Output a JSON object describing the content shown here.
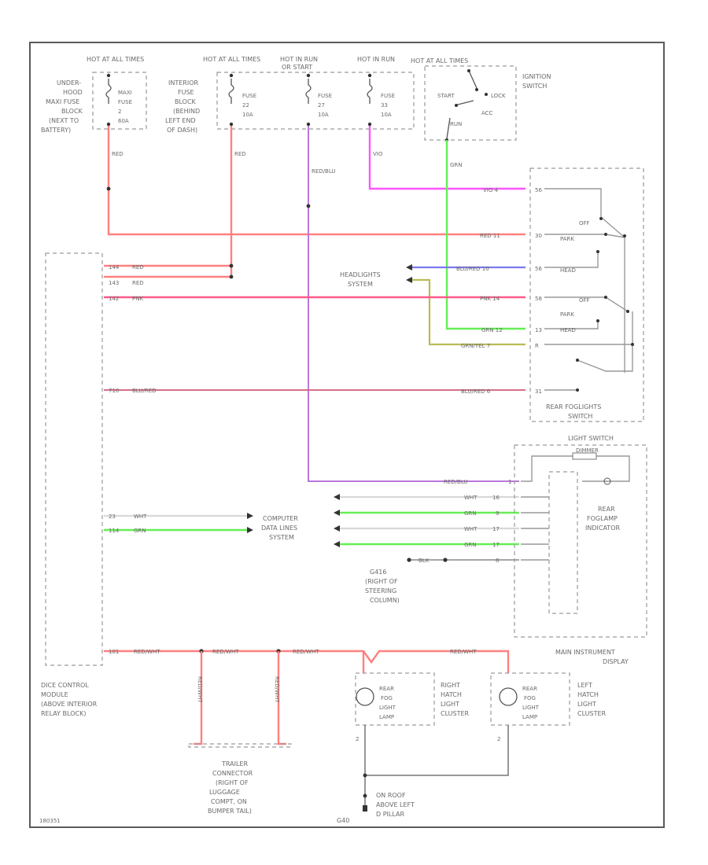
{
  "colors": {
    "red": "#ff8080",
    "pink": "#ff5a8a",
    "magenta": "#ff55ff",
    "green": "#66ee55",
    "blue": "#7a7aee",
    "purple": "#bb77dd",
    "maroon": "#d05d78",
    "olive": "#bbbb55",
    "white_wire": "#d8d8d8",
    "gray": "#999999",
    "black": "#333333"
  },
  "hot": {
    "at_all_times_1": "HOT AT ALL TIMES",
    "at_all_times_2": "HOT AT ALL TIMES",
    "in_run": "HOT IN RUN OR START",
    "in_run_line1": "HOT IN RUN",
    "in_run_line2": "OR START",
    "in_run_only": "HOT IN RUN"
  },
  "fuses": {
    "underhood_label": [
      "UNDER-",
      "HOOD",
      "MAXI FUSE",
      "BLOCK",
      "(NEXT TO",
      "BATTERY)"
    ],
    "maxi": [
      "MAXI",
      "FUSE",
      "2",
      "60A"
    ],
    "interior_label": [
      "INTERIOR",
      "FUSE",
      "BLOCK",
      "(BEHIND",
      "LEFT END",
      "OF DASH)"
    ],
    "f1": [
      "FUSE",
      "22",
      "10A"
    ],
    "f2": [
      "FUSE",
      "27",
      "10A"
    ],
    "f3": [
      "FUSE",
      "33",
      "10A"
    ]
  },
  "ignition": {
    "hot_at": "HOT AT ALL TIMES",
    "label": [
      "IGNITION",
      "SWITCH"
    ],
    "start": "START",
    "lock": "LOCK",
    "acc": "ACC",
    "run": "RUN"
  },
  "wire_labels": {
    "red_1": "RED",
    "purple_1": "RED/BLU",
    "green_1": "GRN",
    "magenta_1": "VIO",
    "red_vio": "RED",
    "blu_red": "BLU/RED",
    "pnk": "PNK",
    "grn_r": "GRN",
    "grn_yel": "GRN/YEL",
    "blu_red2": "BLU/RED",
    "red_blu2": "RED/BLU",
    "wht_r": "WHT",
    "grn_r2": "GRN",
    "wht_r2": "WHT",
    "grn_r3": "GRN",
    "blk_r": "BLK",
    "wht_l": "WHT",
    "grn_l": "GRN",
    "red_l1": "RED",
    "red_l2": "RED",
    "pnk_l": "PNK",
    "blu_red_l": "BLU/RED",
    "red_wht": "RED/WHT",
    "red_wht2": "RED/WHT",
    "red_wht3": "RED/WHT",
    "red_wht4": "RED/WHT",
    "trailer_a": "RED/WHT",
    "trailer_b": "RED/WHT"
  },
  "pins": {
    "vio_pin": "VIO 4",
    "red_pin": "RED 11",
    "blu_pin": "BLU/RED 10",
    "pnk_pin": "PNK 14",
    "grn_pin": "GRN 12",
    "grnyel_pin": "GRN/YEL 7",
    "blured_pin": "BLU/RED 6",
    "cdm_a": "144",
    "cdm_b": "143",
    "cdm_c": "142",
    "cdm_d": "710",
    "cdm_e": "23",
    "cdm_f": "114",
    "cdm_g": "101",
    "sw_pins": [
      "56",
      "30",
      "56",
      "58",
      "13",
      "R",
      "31"
    ],
    "pin_16": "16",
    "pin_9": "9",
    "pin_17": "17",
    "pin_8": "8",
    "pin_2": "2",
    "pin_1": "1"
  },
  "switch": {
    "off_1": "OFF",
    "park_1": "PARK",
    "head_1": "HEAD",
    "off_2": "OFF",
    "park_2": "PARK",
    "head_2": "HEAD",
    "title": [
      "REAR FOGLIGHTS",
      "SWITCH"
    ]
  },
  "headlights": [
    "HEADLIGHTS",
    "SYSTEM"
  ],
  "computer": [
    "COMPUTER",
    "DATA LINES",
    "SYSTEM"
  ],
  "ground_g": [
    "G416",
    "(RIGHT OF",
    "STEERING",
    "COLUMN)"
  ],
  "light_switch": "LIGHT SWITCH",
  "indicator": [
    "REAR",
    "FOGLAMP",
    "INDICATOR"
  ],
  "instrument": [
    "MAIN INSTRUMENT",
    "DISPLAY"
  ],
  "dim_label": "DIMMER",
  "ccm": [
    "DICE CONTROL",
    "MODULE",
    "(ABOVE INTERIOR",
    "RELAY BLOCK)"
  ],
  "trailer": [
    "TRAILER",
    "CONNECTOR",
    "(RIGHT OF",
    "LUGGAGE",
    "COMPT, ON",
    "BUMPER TAIL)"
  ],
  "lamp_r": [
    "REAR",
    "FOG",
    "LIGHT",
    "LAMP"
  ],
  "lamp_l": [
    "REAR",
    "FOG",
    "LIGHT",
    "LAMP"
  ],
  "cluster_r": [
    "RIGHT",
    "HATCH",
    "LIGHT",
    "CLUSTER"
  ],
  "cluster_l": [
    "LEFT",
    "HATCH",
    "LIGHT",
    "CLUSTER"
  ],
  "ground_bottom": [
    "ON ROOF",
    "ABOVE LEFT",
    "D PILLAR"
  ],
  "ground_code": "G40",
  "diagram_id": "180351"
}
